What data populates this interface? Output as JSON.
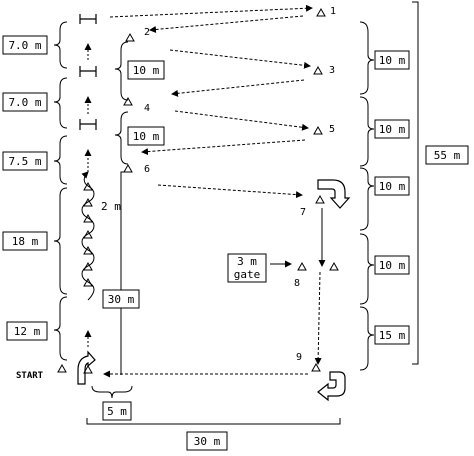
{
  "colors": {
    "ink": "#000000",
    "background": "#ffffff"
  },
  "left_segments": [
    "7.0 m",
    "7.0 m",
    "7.5 m",
    "18 m",
    "12 m"
  ],
  "right_segments": [
    "10 m",
    "10 m",
    "10 m",
    "10 m",
    "15 m"
  ],
  "total_length": "55 m",
  "inner_widths": [
    "10 m",
    "10 m"
  ],
  "slalom_spacing": "2 m",
  "return_length": "30 m",
  "start_width": "5 m",
  "course_width": "30 m",
  "gate_label": [
    "3 m",
    "gate"
  ],
  "start_label": "START",
  "cone_numbers": [
    "1",
    "2",
    "3",
    "4",
    "5",
    "6",
    "7",
    "8",
    "9"
  ],
  "icons": {
    "cone": "triangle-cone-icon",
    "turn": "u-turn-arrow-icon",
    "hurdle": "hurdle-icon"
  }
}
